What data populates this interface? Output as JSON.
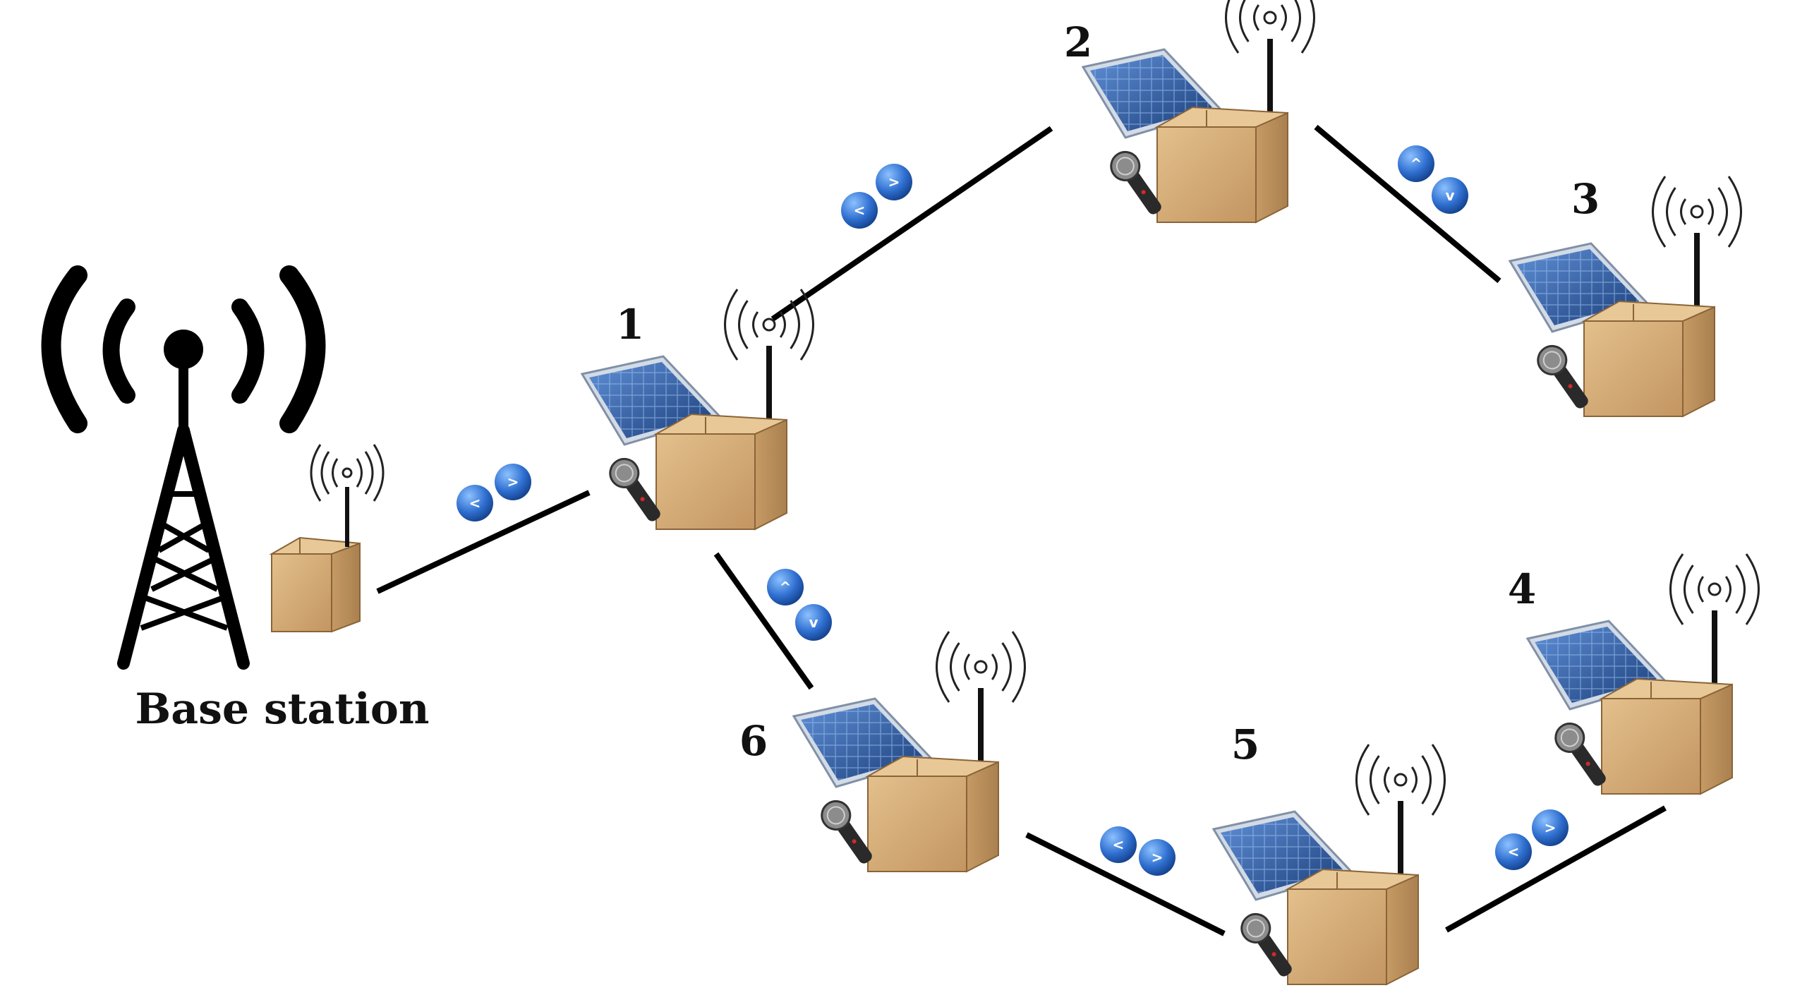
{
  "base_station": {
    "label": "Base station"
  },
  "nodes": [
    {
      "id": "1",
      "label": "1"
    },
    {
      "id": "2",
      "label": "2"
    },
    {
      "id": "3",
      "label": "3"
    },
    {
      "id": "4",
      "label": "4"
    },
    {
      "id": "5",
      "label": "5"
    },
    {
      "id": "6",
      "label": "6"
    }
  ],
  "links": [
    {
      "from": "base",
      "to": "1"
    },
    {
      "from": "1",
      "to": "2"
    },
    {
      "from": "2",
      "to": "3"
    },
    {
      "from": "1",
      "to": "6"
    },
    {
      "from": "6",
      "to": "5"
    },
    {
      "from": "5",
      "to": "4"
    }
  ],
  "icons": {
    "tower": "radio-tower-icon",
    "box": "sensor-box-icon",
    "solar": "solar-panel-icon",
    "mic": "microphone-icon",
    "antenna": "antenna-icon",
    "packet": "data-packet-icon"
  },
  "colors": {
    "box": "#d9b27c",
    "box_dark": "#b48552",
    "solar": "#2f5fa8",
    "solar_frame": "#c9d3e0",
    "packet": "#2a6fd6",
    "line": "#000000"
  }
}
